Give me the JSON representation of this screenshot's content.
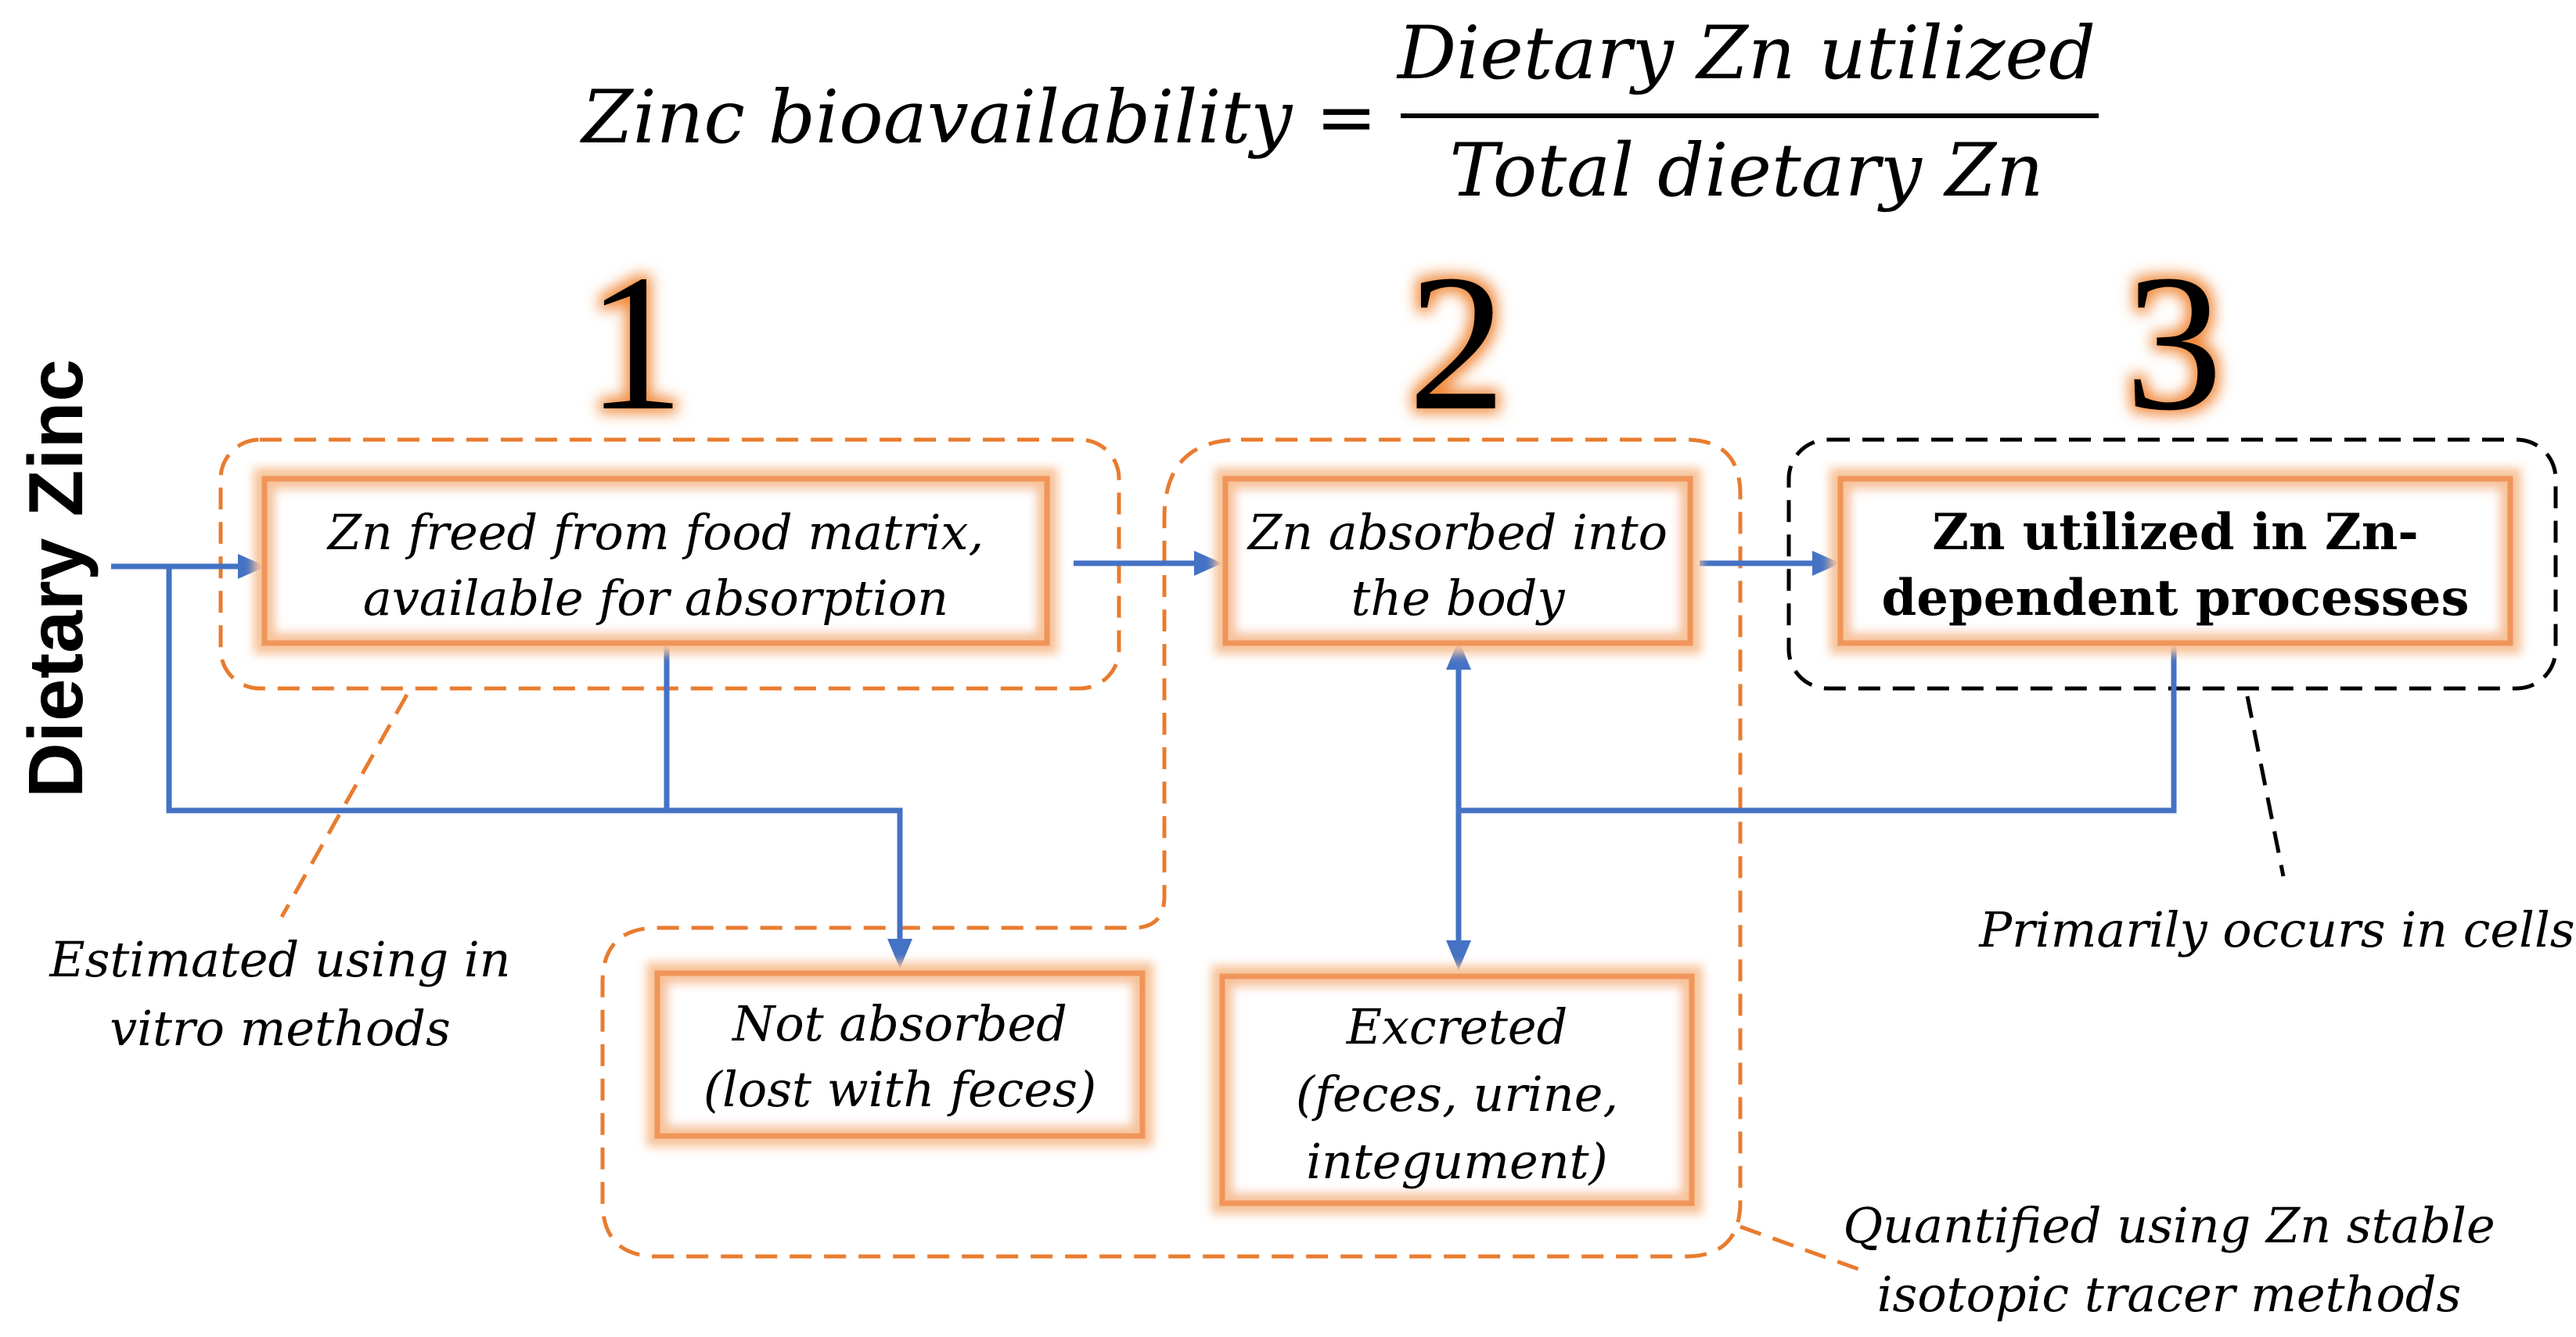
{
  "formula": {
    "lhs": "Zinc bioavailability =",
    "numerator": "Dietary Zn utilized",
    "denominator": "Total dietary Zn"
  },
  "side_label": "Dietary Zinc",
  "steps": [
    "1",
    "2",
    "3"
  ],
  "boxes": {
    "freed": [
      "Zn freed from food matrix,",
      "available for absorption"
    ],
    "absorbed": [
      "Zn absorbed into",
      "the body"
    ],
    "utilized": [
      "Zn utilized in Zn-",
      "dependent processes"
    ],
    "not_absorbed": [
      "Not absorbed",
      "(lost with feces)"
    ],
    "excreted": [
      "Excreted",
      "(feces, urine,",
      "integument)"
    ]
  },
  "notes": {
    "in_vitro": [
      "Estimated using in",
      "vitro methods"
    ],
    "cells": [
      "Primarily occurs in cells"
    ],
    "tracer": [
      "Quantified using Zn stable",
      "isotopic tracer methods"
    ]
  },
  "colors": {
    "flow_arrow": "#4472c4",
    "orange_dashed": "#e87c2f",
    "glow": "#f7c39a",
    "step_glow": "#f08a3c",
    "black_dashed": "#000000"
  }
}
